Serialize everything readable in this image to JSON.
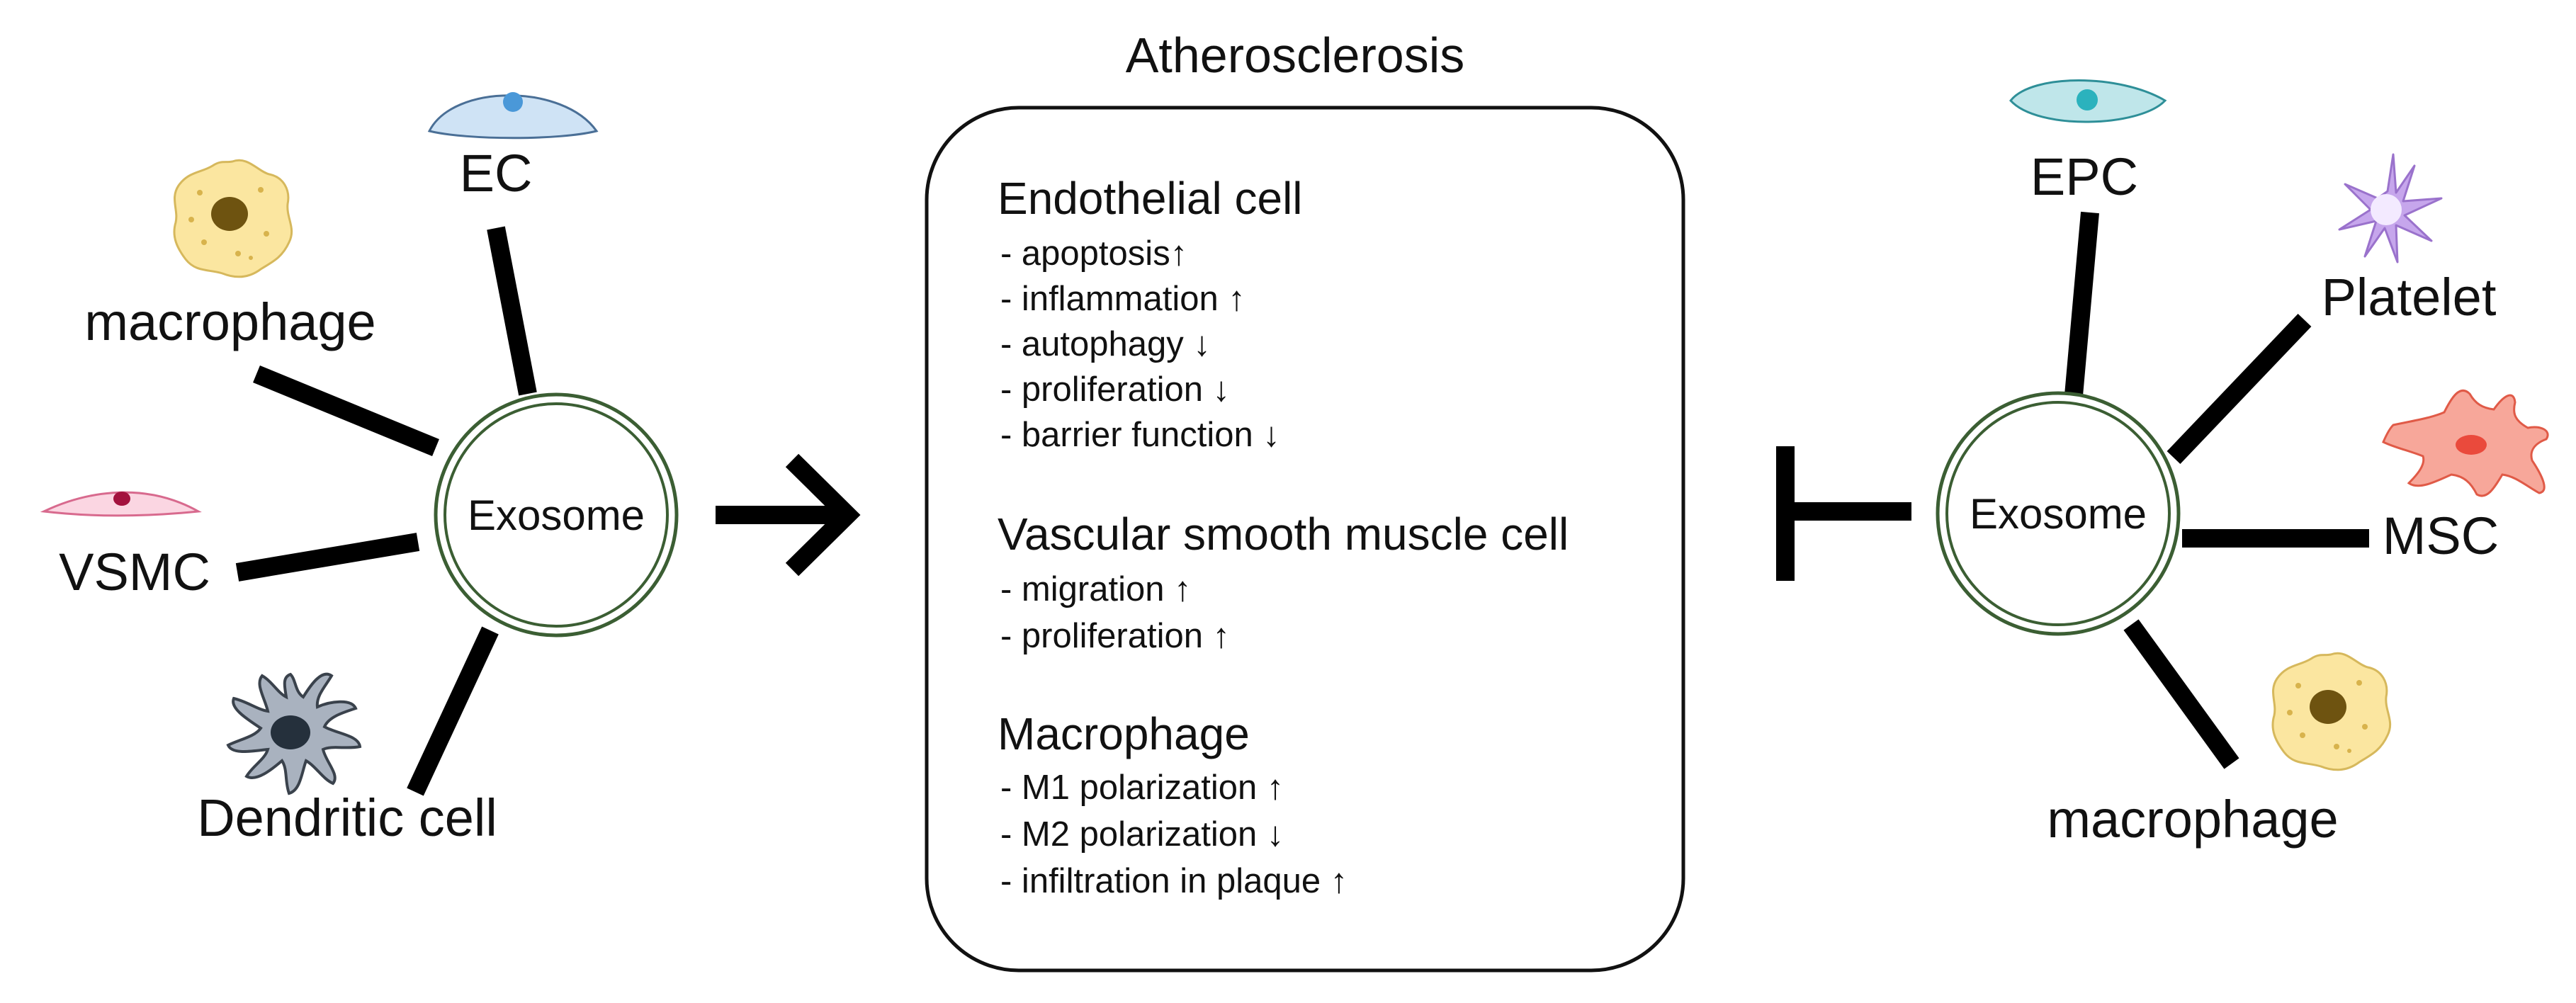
{
  "colors": {
    "line": "#000000",
    "exosome_ring": "#3b5e33",
    "ec_cell": "#cfe3f5",
    "ec_nucleus": "#4a98d8",
    "epc_cell": "#bfe6ea",
    "epc_nucleus": "#2bb2bd",
    "macrophage_body": "#fbe6a0",
    "macrophage_nucleus": "#6e5310",
    "vsmc_cell": "#fbd6e2",
    "vsmc_nucleus": "#a3123e",
    "dendritic_body": "#a9b2bf",
    "dendritic_nucleus": "#25303c",
    "platelet": "#c6a6ec",
    "msc_body": "#f7a79a",
    "msc_nucleus": "#ea4a3c"
  },
  "left_panel": {
    "center_label": "Exosome",
    "sources": [
      {
        "label": "EC",
        "icon": "endothelial-cell-icon"
      },
      {
        "label": "macrophage",
        "icon": "macrophage-icon"
      },
      {
        "label": "VSMC",
        "icon": "vsmc-icon"
      },
      {
        "label": "Dendritic cell",
        "icon": "dendritic-cell-icon"
      }
    ],
    "relation": "promotes-arrow"
  },
  "center_panel": {
    "title": "Atherosclerosis",
    "sections": [
      {
        "heading": "Endothelial cell",
        "items": [
          "- apoptosis↑",
          "- inflammation ↑",
          "- autophagy ↓",
          "- proliferation ↓",
          "- barrier function ↓"
        ]
      },
      {
        "heading": "Vascular smooth muscle cell",
        "items": [
          "- migration ↑",
          "- proliferation ↑"
        ]
      },
      {
        "heading": "Macrophage",
        "items": [
          "- M1 polarization ↑",
          "- M2 polarization ↓",
          "- infiltration in plaque ↑"
        ]
      }
    ]
  },
  "right_panel": {
    "center_label": "Exosome",
    "sources": [
      {
        "label": "EPC",
        "icon": "epc-icon"
      },
      {
        "label": "Platelet",
        "icon": "platelet-icon"
      },
      {
        "label": "MSC",
        "icon": "msc-icon"
      },
      {
        "label": "macrophage",
        "icon": "macrophage-icon"
      }
    ],
    "relation": "inhibits-tbar"
  }
}
